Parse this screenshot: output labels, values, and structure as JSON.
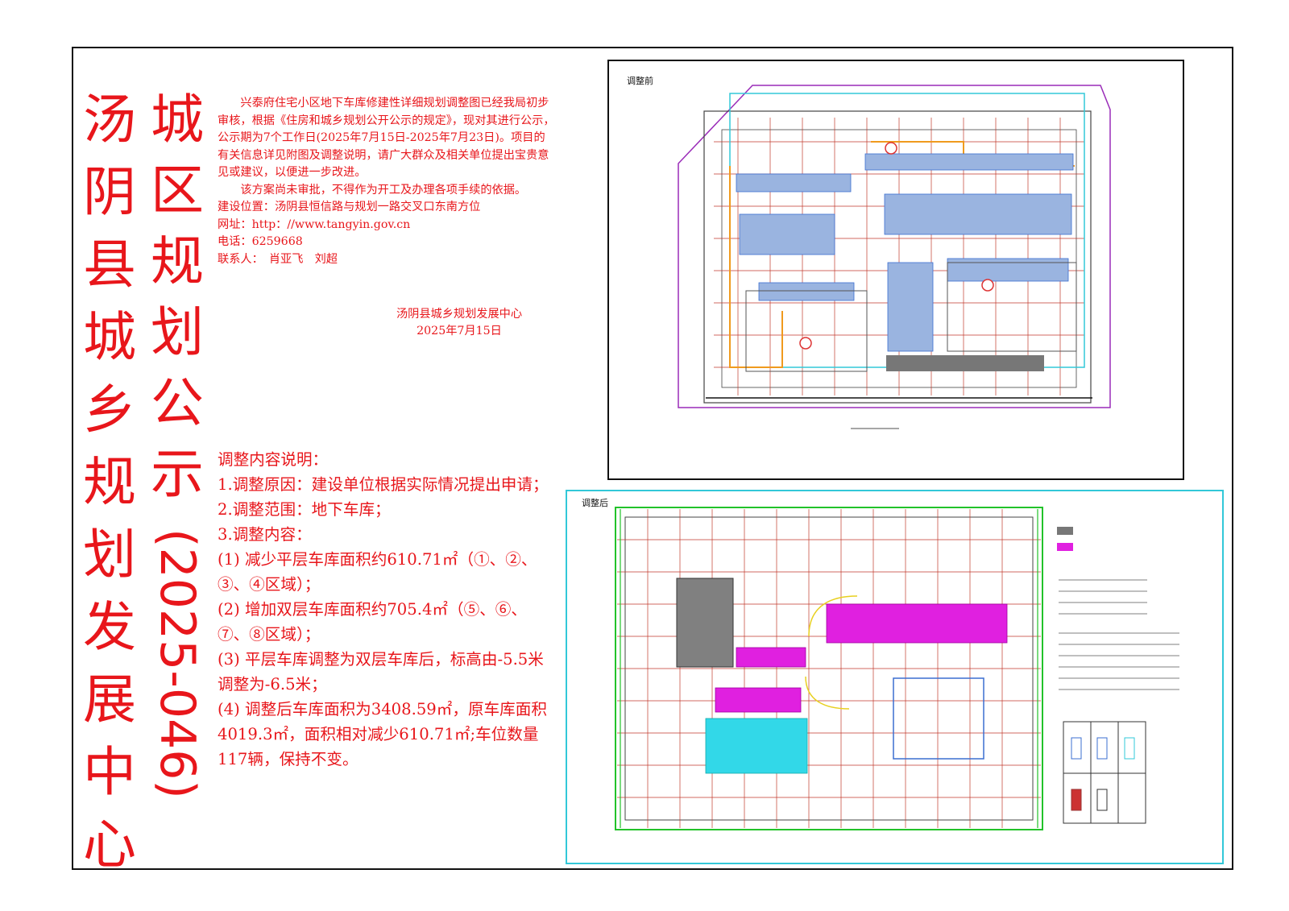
{
  "issuer_vertical": "汤阴县城乡规划发展中心",
  "title_vertical_chars": "城区规划公示",
  "title_vertical_number": "(2025-046)",
  "notice": {
    "p1": "兴泰府住宅小区地下车库修建性详细规划调整图已经我局初步审核，根据《住房和城乡规划公开公示的规定》，现对其进行公示，公示期为7个工作日(2025年7月15日-2025年7月23日)。项目的有关信息详见附图及调整说明，请广大群众及相关单位提出宝贵意见或建议，以便进一步改进。",
    "p2": "该方案尚未审批，不得作为开工及办理各项手续的依据。",
    "location": "建设位置：汤阴县恒信路与规划一路交叉口东南方位",
    "website": "网址：http：//www.tangyin.gov.cn",
    "phone": "电话：6259668",
    "contact": "联系人：　肖亚飞　刘超"
  },
  "signature": {
    "org": "汤阴县城乡规划发展中心",
    "date": "2025年7月15日"
  },
  "adjustment": {
    "heading": "调整内容说明：",
    "reason": "1.调整原因：建设单位根据实际情况提出申请；",
    "scope": "2.调整范围：地下车库；",
    "content_heading": "3.调整内容：",
    "item1": "(1) 减少平层车库面积约610.71㎡（①、②、③、④区域）；",
    "item2": "(2) 增加双层车库面积约705.4㎡（⑤、⑥、⑦、⑧区域）；",
    "item3": "(3) 平层车库调整为双层车库后，标高由-5.5米调整为-6.5米；",
    "item4": "(4) 调整后车库面积为3408.59㎡，原车库面积4019.3㎡，面积相对减少610.71㎡;车位数量117辆，保持不变。"
  },
  "drawings": {
    "before_label": "调整前",
    "after_label": "调整后"
  },
  "colors": {
    "red_text": "#e8161b",
    "cyan_border": "#32c8d8",
    "grid_red": "#c0392b",
    "magenta": "#e020e0",
    "blue": "#3b6fd0",
    "gray": "#777777",
    "green": "#22c22a",
    "orange": "#f09a1e"
  }
}
